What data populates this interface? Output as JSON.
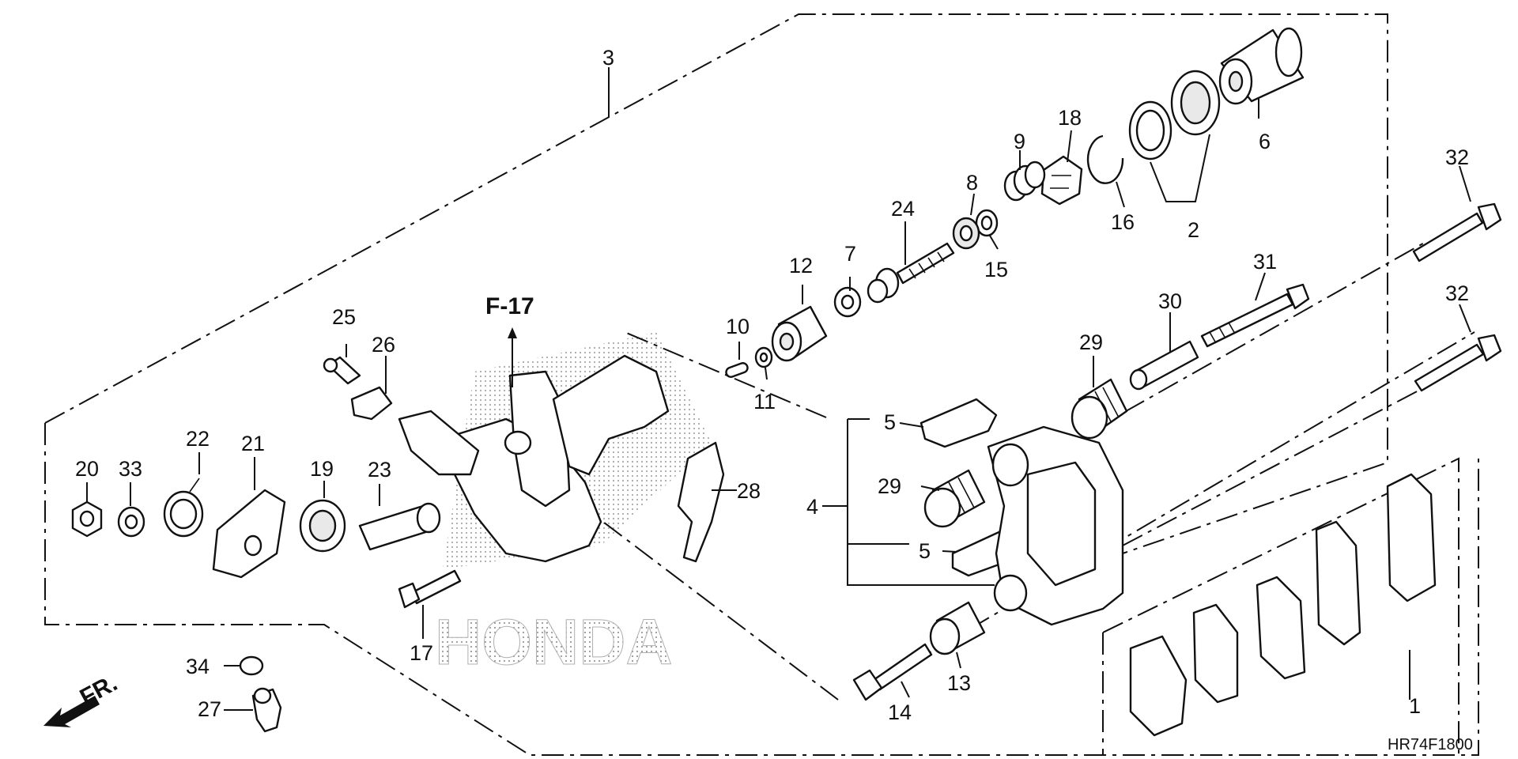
{
  "diagram": {
    "drawing_code": "HR74F1800",
    "forward_marker": "FR.",
    "reference_marker": "F-17",
    "watermark_text": "HONDA",
    "callouts": {
      "c1": "1",
      "c2": "2",
      "c3": "3",
      "c4": "4",
      "c5a": "5",
      "c5b": "5",
      "c6": "6",
      "c7": "7",
      "c8": "8",
      "c9": "9",
      "c10": "10",
      "c11": "11",
      "c12": "12",
      "c13": "13",
      "c14": "14",
      "c15": "15",
      "c16": "16",
      "c17": "17",
      "c18": "18",
      "c19": "19",
      "c20": "20",
      "c21": "21",
      "c22": "22",
      "c23": "23",
      "c24": "24",
      "c25": "25",
      "c26": "26",
      "c27": "27",
      "c28": "28",
      "c29a": "29",
      "c29b": "29",
      "c30": "30",
      "c31": "31",
      "c32a": "32",
      "c32b": "32",
      "c33": "33",
      "c34": "34"
    }
  }
}
